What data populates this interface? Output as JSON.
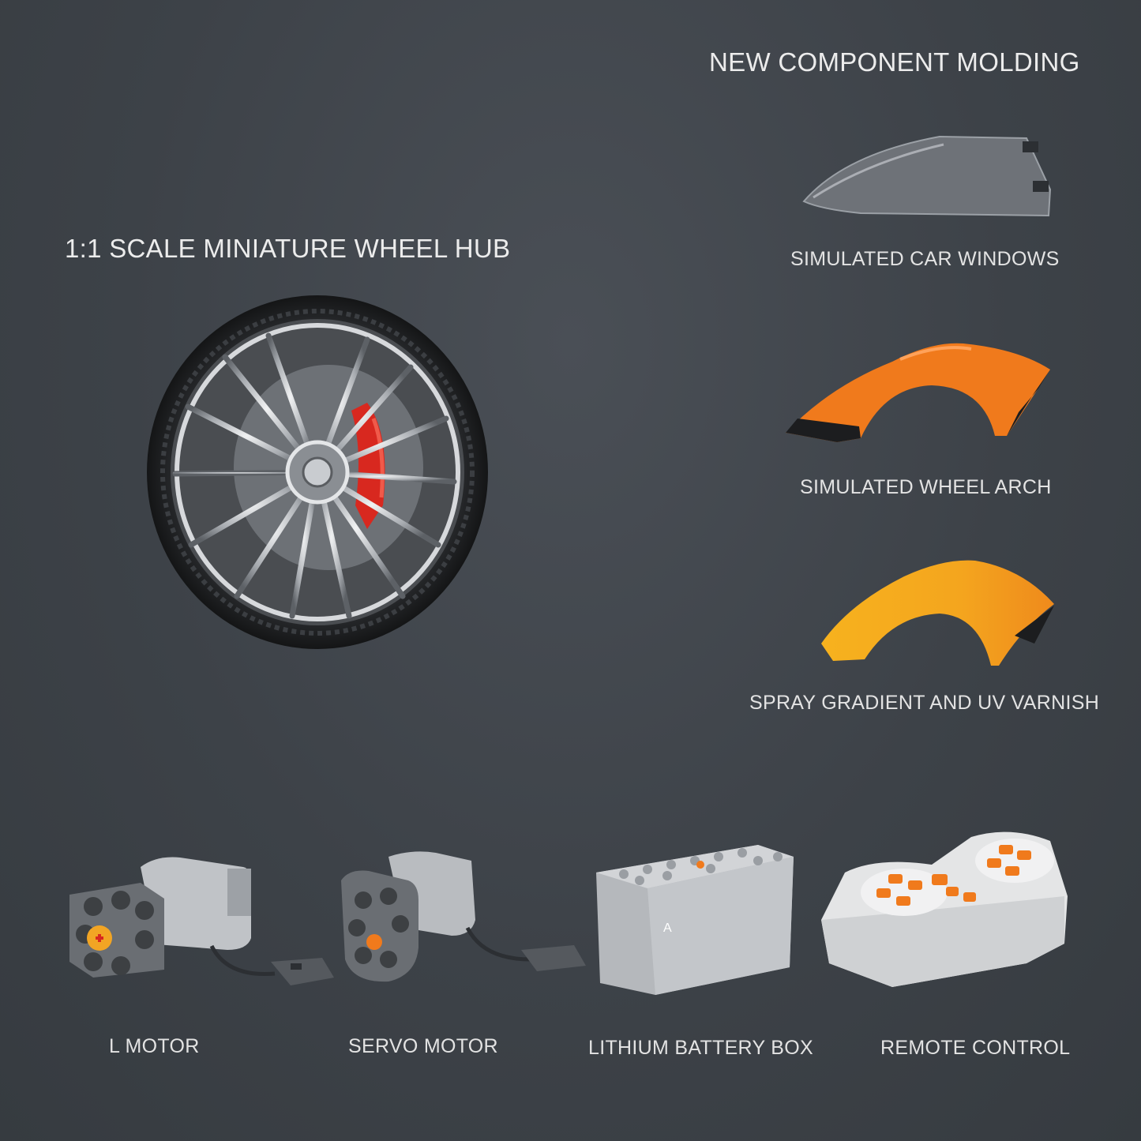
{
  "headings": {
    "molding": "NEW COMPONENT MOLDING",
    "wheel_hub": "1:1 SCALE MINIATURE WHEEL HUB"
  },
  "components": [
    {
      "label": "SIMULATED CAR WINDOWS",
      "icon": "car-window-part"
    },
    {
      "label": "SIMULATED WHEEL ARCH",
      "icon": "wheel-arch-part"
    },
    {
      "label": "SPRAY GRADIENT AND UV VARNISH",
      "icon": "gradient-arch-part"
    }
  ],
  "electronics": [
    {
      "label": "L  MOTOR",
      "icon": "l-motor"
    },
    {
      "label": "SERVO MOTOR",
      "icon": "servo-motor"
    },
    {
      "label": "LITHIUM BATTERY BOX",
      "icon": "battery-box"
    },
    {
      "label": "REMOTE CONTROL",
      "icon": "remote-control"
    }
  ],
  "colors": {
    "background": "#3d4248",
    "text": "#e6e6e6",
    "orange": "#f07a1c",
    "caliper_red": "#d8281f",
    "chrome": "#c9ccd0"
  }
}
